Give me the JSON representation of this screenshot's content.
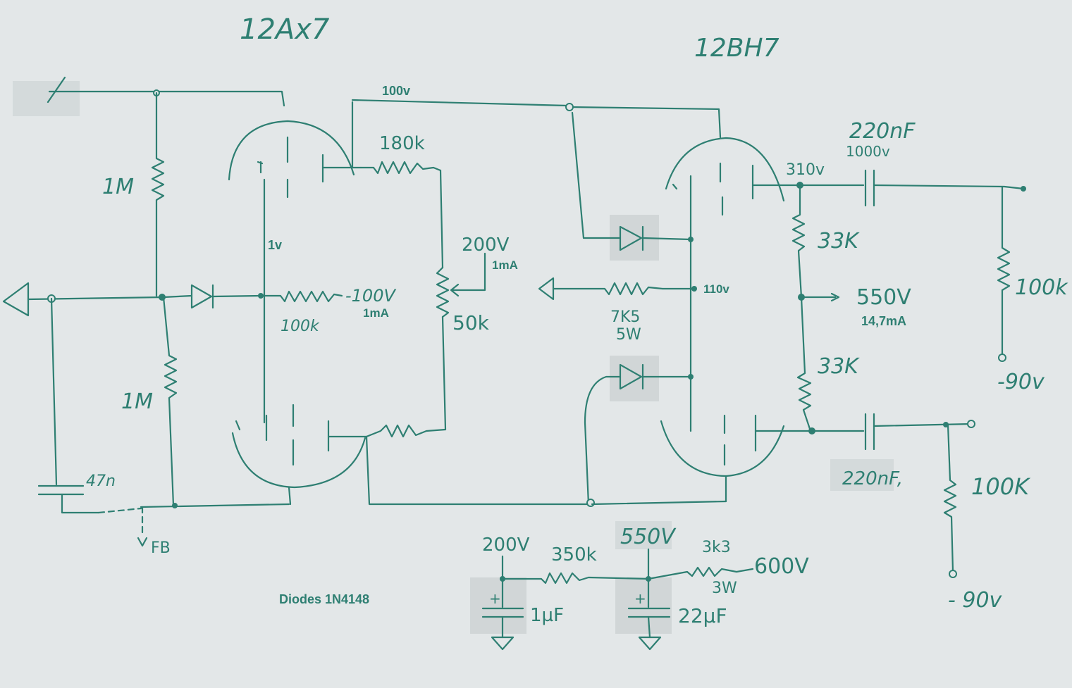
{
  "tubes": {
    "left": "12Ax7",
    "right": "12BH7"
  },
  "labels": {
    "r_1m_top": "1M",
    "r_1m_bottom": "1M",
    "v_100": "100v",
    "r_180k": "180k",
    "v_1": "1v",
    "v_200": "200V",
    "i_1ma_a": "1mA",
    "v_neg100": "-100V",
    "i_1ma_b": "1mA",
    "r_100k": "100k",
    "pot_50k": "50k",
    "c_47n": "47n",
    "fb": "FB",
    "diodes": "Diodes  1N4148",
    "c_220nf_top": "220nF",
    "v_1000": "1000v",
    "v_310": "310v",
    "r_33k_top": "33K",
    "v_550": "550V",
    "i_14_7": "14,7mA",
    "r_33k_bottom": "33K",
    "r_100k_top": "100k",
    "v_neg90_top": "-90v",
    "v_110": "110v",
    "r_7k5": "7K5",
    "w_5": "5W",
    "c_220nf_bottom": "220nF,",
    "r_100k_bottom": "100K",
    "v_neg90_bottom": "- 90v",
    "psu_200": "200V",
    "r_350k": "350k",
    "psu_550": "550V",
    "r_3k3": "3k3",
    "psu_600": "600V",
    "w_3": "3W",
    "c_1uf": "1µF",
    "c_22uf": "22µF",
    "plus_a": "+",
    "plus_b": "+"
  },
  "colors": {
    "ink": "#2e7f72",
    "paper": "#e3e7e8"
  }
}
